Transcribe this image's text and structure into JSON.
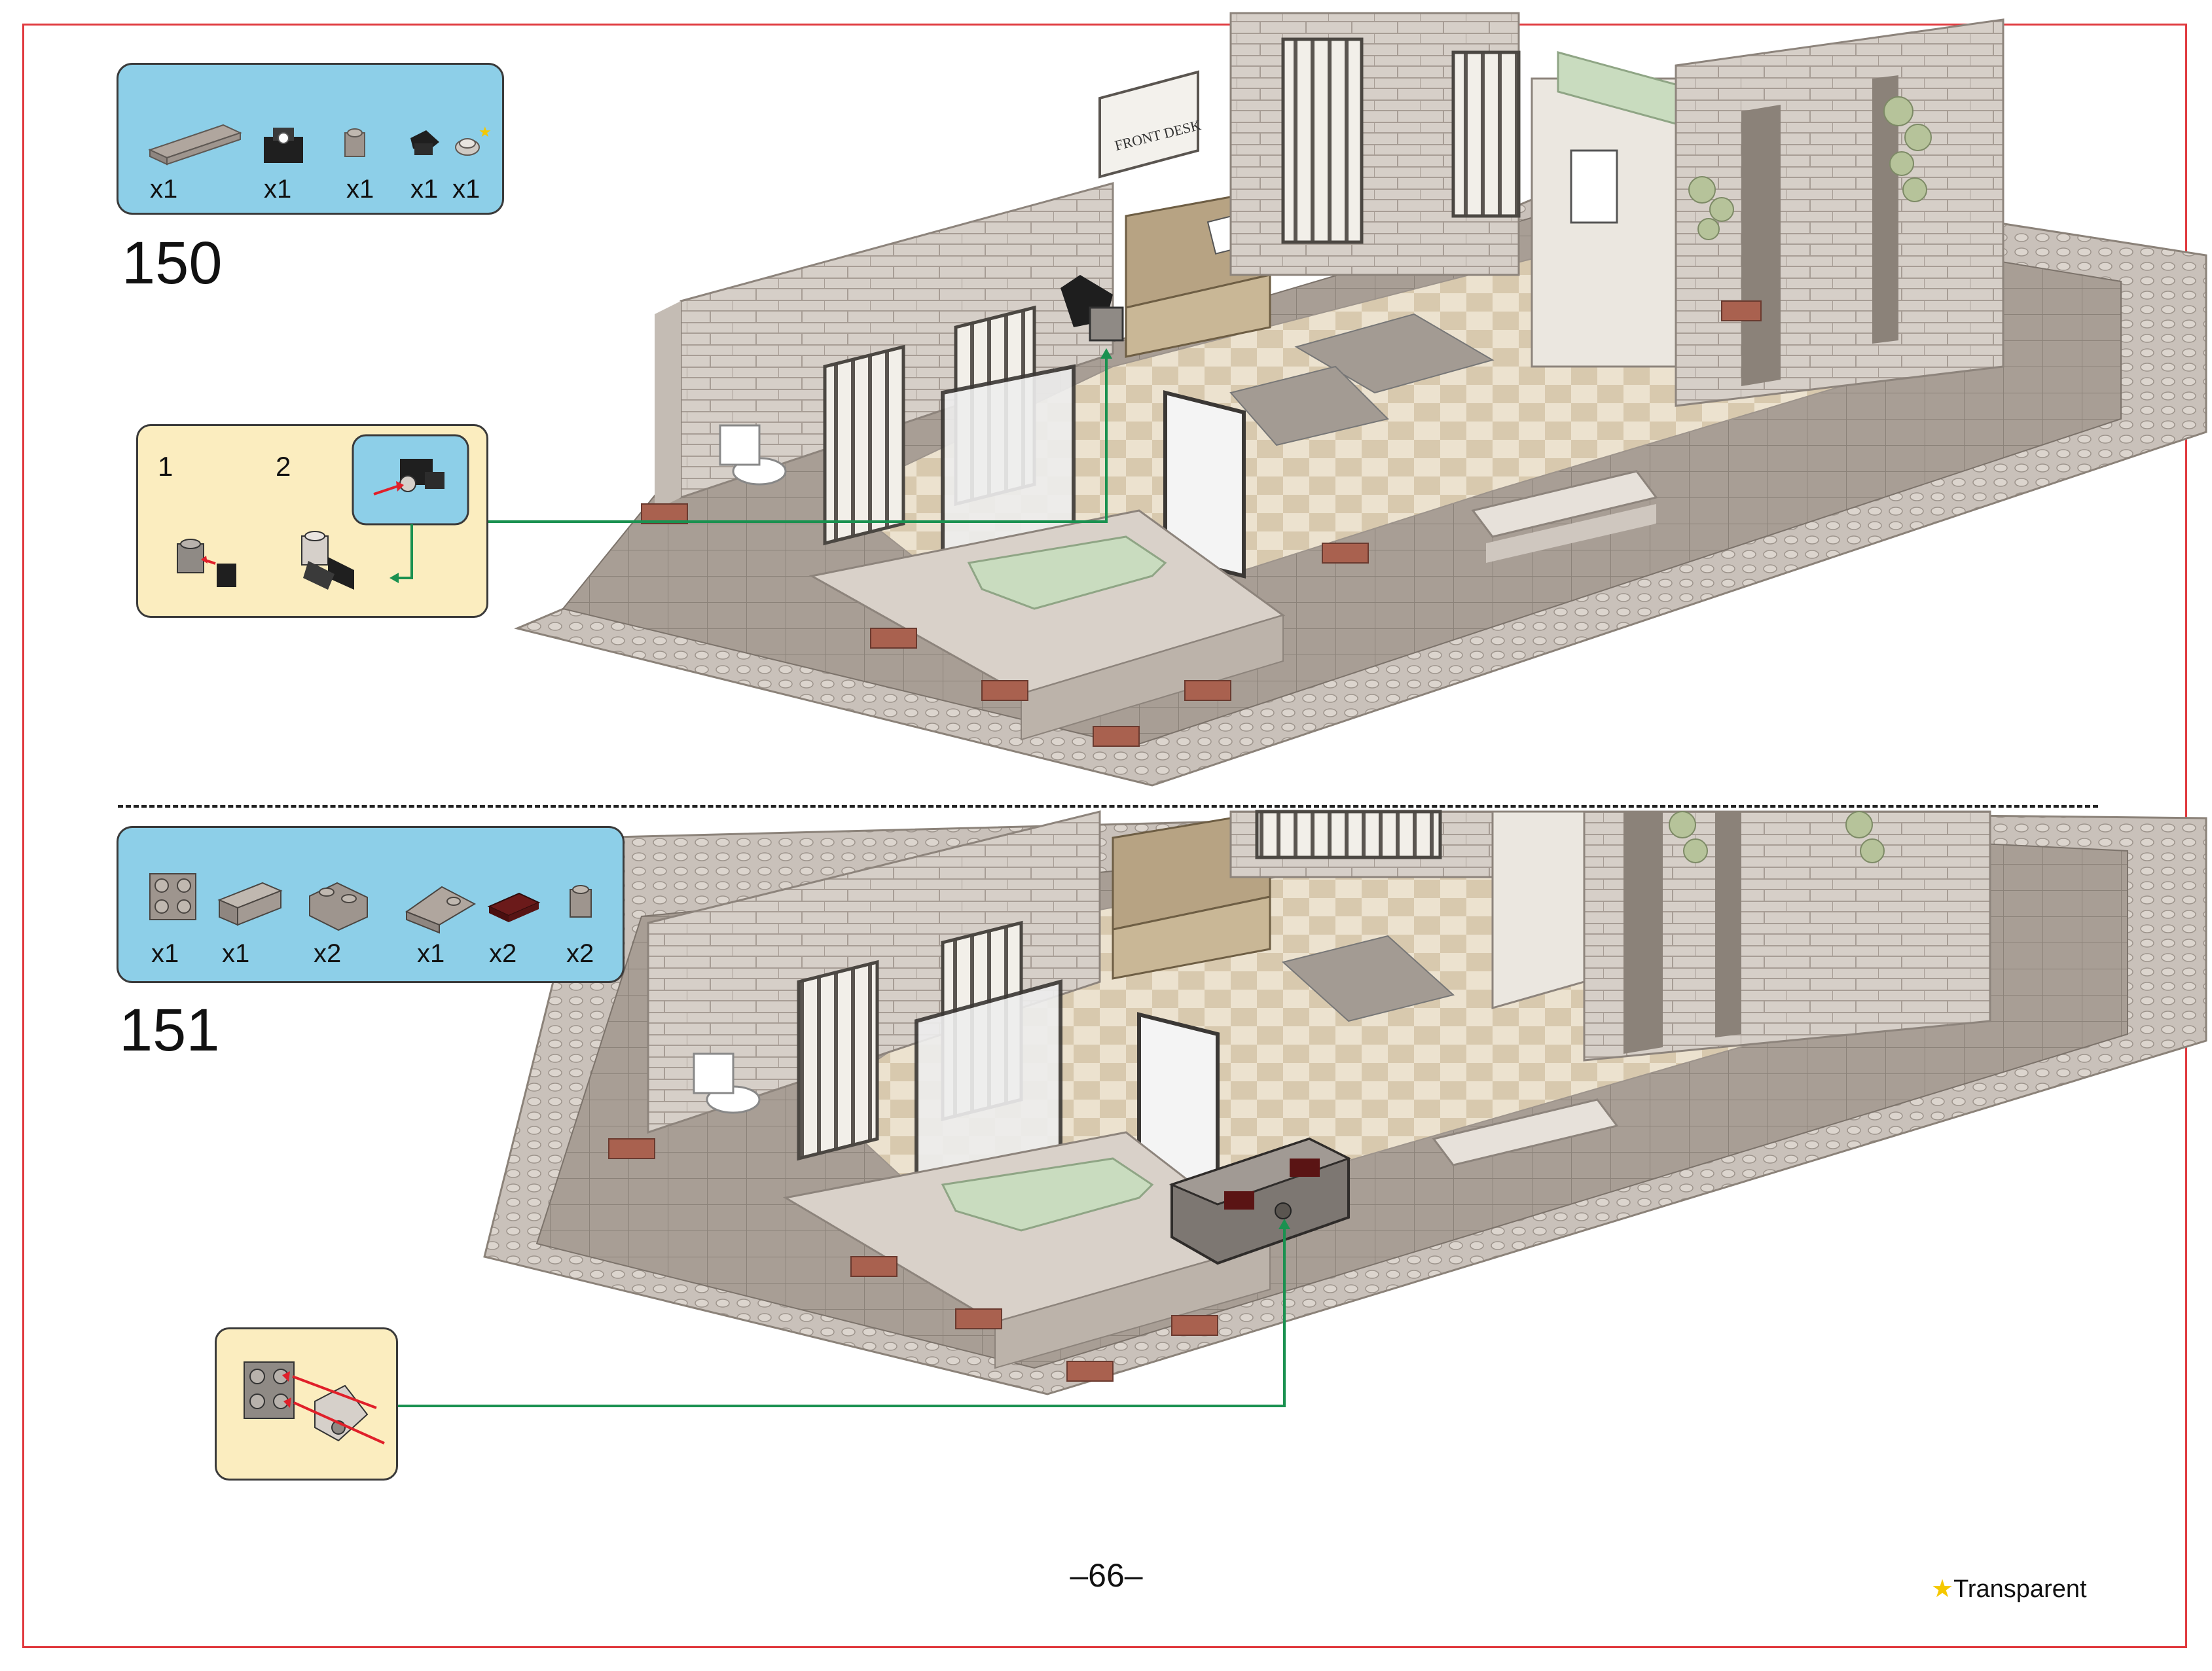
{
  "step_150": {
    "number": "150",
    "parts": [
      {
        "icon": "long-plate-1x6",
        "qty": "x1"
      },
      {
        "icon": "camera-element",
        "qty": "x1"
      },
      {
        "icon": "brick-1x1-with-stud",
        "qty": "x1"
      },
      {
        "icon": "clip-bracket",
        "qty": "x1"
      },
      {
        "icon": "round-lens-piece",
        "qty": "x1",
        "transparent": true
      }
    ],
    "substeps": [
      "1",
      "2"
    ]
  },
  "step_151": {
    "number": "151",
    "parts": [
      {
        "icon": "brick-2x2-with-studs",
        "qty": "x1"
      },
      {
        "icon": "brick-1x2",
        "qty": "x1"
      },
      {
        "icon": "brick-2x2-corner",
        "qty": "x2"
      },
      {
        "icon": "slope-wedge",
        "qty": "x1"
      },
      {
        "icon": "tile-1x2-dark-red",
        "qty": "x2"
      },
      {
        "icon": "brick-1x1",
        "qty": "x2"
      }
    ]
  },
  "page_number": "–66–",
  "legend": {
    "star": "★",
    "label": "Transparent"
  },
  "colors": {
    "frame": "#e0393e",
    "parts_box": "#8dcfe8",
    "subassembly_box": "#fbedbf",
    "callout_line": "#1a9150",
    "arrow_red": "#e0202a",
    "brick_light": "#d8d2cc",
    "brick_mid": "#b0a69e",
    "brick_dark": "#6e6862",
    "brick_red": "#b06050",
    "floor_tan": "#e3d4bb"
  }
}
